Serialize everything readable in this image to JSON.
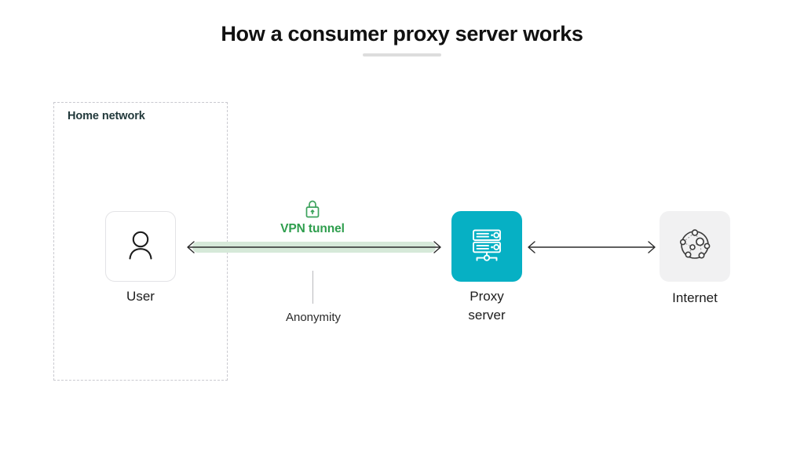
{
  "diagram": {
    "title": "How a consumer proxy server works",
    "title_rule_color": "#dddddd",
    "background_color": "#ffffff"
  },
  "zones": {
    "home_network": {
      "label": "Home network",
      "label_color": "#22393b",
      "border_style": "dashed",
      "border_color": "#c9c9cf"
    }
  },
  "nodes": [
    {
      "id": "user",
      "label": "User",
      "icon": "person-icon",
      "box_fill": "#ffffff",
      "box_border": "#e3e3e6",
      "icon_color": "#1c1c1c"
    },
    {
      "id": "proxy-server",
      "label": "Proxy\nserver",
      "label_line1": "Proxy",
      "label_line2": "server",
      "icon": "server-rack-icon",
      "box_fill": "#06b0c4",
      "icon_color": "#ffffff"
    },
    {
      "id": "internet",
      "label": "Internet",
      "icon": "globe-network-icon",
      "box_fill": "#f1f1f2",
      "icon_color": "#3a3a3a"
    }
  ],
  "connections": [
    {
      "id": "vpn-tunnel",
      "from": "user",
      "to": "proxy-server",
      "label": "VPN tunnel",
      "label_color": "#2e9e4d",
      "icon": "padlock-icon",
      "band_color": "#d6e9d9",
      "arrow_style": "double-headed",
      "arrow_color": "#2a2a2a"
    },
    {
      "id": "proxy-to-internet",
      "from": "proxy-server",
      "to": "internet",
      "label": "",
      "arrow_style": "double-headed",
      "arrow_color": "#2a2a2a"
    }
  ],
  "annotations": [
    {
      "id": "anonymity",
      "text": "Anonymity",
      "leader_color": "#b9b9bd",
      "text_color": "#2a2a2a"
    }
  ]
}
